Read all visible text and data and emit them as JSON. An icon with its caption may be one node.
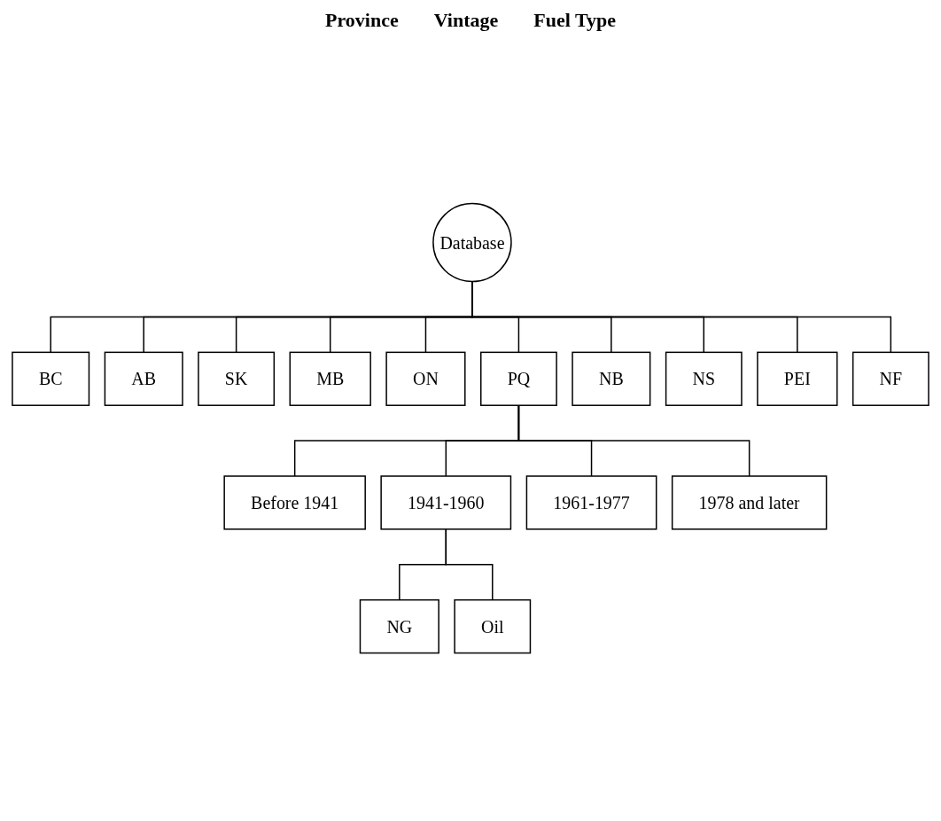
{
  "diagram": {
    "nodes": [
      {
        "text": [
          "Database"
        ]
      },
      {
        "text": [
          "BC"
        ]
      },
      {
        "text": [
          "AB"
        ]
      },
      {
        "text": [
          "SK"
        ]
      },
      {
        "text": [
          "MB"
        ]
      },
      {
        "text": [
          "ON"
        ]
      },
      {
        "text": [
          "PQ"
        ]
      },
      {
        "text": [
          "NB"
        ]
      },
      {
        "text": [
          "NS"
        ]
      },
      {
        "text": [
          "PEI"
        ]
      },
      {
        "text": [
          "NF"
        ]
      },
      {
        "text": [
          "Before 1941"
        ]
      },
      {
        "text": [
          "1941-1960"
        ]
      },
      {
        "text": [
          "1961-1977"
        ]
      },
      {
        "text": [
          "1978 and later"
        ]
      },
      {
        "text": [
          "NG"
        ]
      },
      {
        "text": [
          "Oil"
        ]
      }
    ],
    "edges": [
      {
        "from": 0,
        "to": 1,
        "arrow": "none"
      },
      {
        "from": 0,
        "to": 2,
        "arrow": "none"
      },
      {
        "from": 0,
        "to": 3,
        "arrow": "none"
      },
      {
        "from": 0,
        "to": 4,
        "arrow": "none"
      },
      {
        "from": 0,
        "to": 5,
        "arrow": "none"
      },
      {
        "from": 0,
        "to": 6,
        "arrow": "none"
      },
      {
        "from": 0,
        "to": 7,
        "arrow": "none"
      },
      {
        "from": 0,
        "to": 8,
        "arrow": "none"
      },
      {
        "from": 0,
        "to": 9,
        "arrow": "none"
      },
      {
        "from": 0,
        "to": 10,
        "arrow": "none"
      },
      {
        "from": 6,
        "to": 11,
        "arrow": "none"
      },
      {
        "from": 6,
        "to": 12,
        "arrow": "none"
      },
      {
        "from": 6,
        "to": 13,
        "arrow": "none"
      },
      {
        "from": 6,
        "to": 14,
        "arrow": "none"
      },
      {
        "from": 12,
        "to": 15,
        "arrow": "none"
      },
      {
        "from": 12,
        "to": 16,
        "arrow": "none"
      }
    ],
    "labels": [
      "Province",
      "Vintage",
      "Fuel Type"
    ]
  }
}
